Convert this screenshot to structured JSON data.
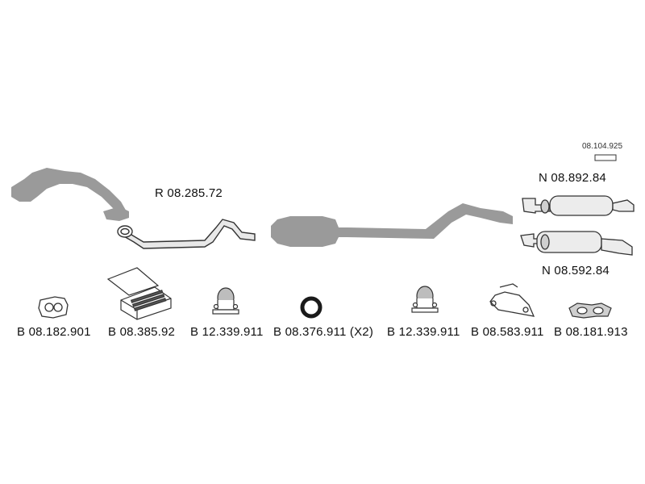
{
  "labels": {
    "main_pipe": "R 08.285.72",
    "rear_muffler_top": "N 08.892.84",
    "rear_muffler_bottom": "N 08.592.84",
    "small_part": "08.104.925"
  },
  "accessories": [
    {
      "code": "B 08.182.901",
      "icon": "gasket-icon"
    },
    {
      "code": "B 08.385.92",
      "icon": "mounting-kit-box-icon"
    },
    {
      "code": "B 12.339.911",
      "icon": "pipe-clamp-icon"
    },
    {
      "code": "B 08.376.911 (X2)",
      "icon": "rubber-ring-icon"
    },
    {
      "code": "B 12.339.911",
      "icon": "pipe-clamp-icon"
    },
    {
      "code": "B 08.583.911",
      "icon": "mounting-bracket-icon"
    },
    {
      "code": "B 08.181.913",
      "icon": "gasket-icon"
    }
  ],
  "colors": {
    "part_gray": "#9a9a9a",
    "part_dark": "#6e6e6e",
    "outline": "#333333"
  }
}
